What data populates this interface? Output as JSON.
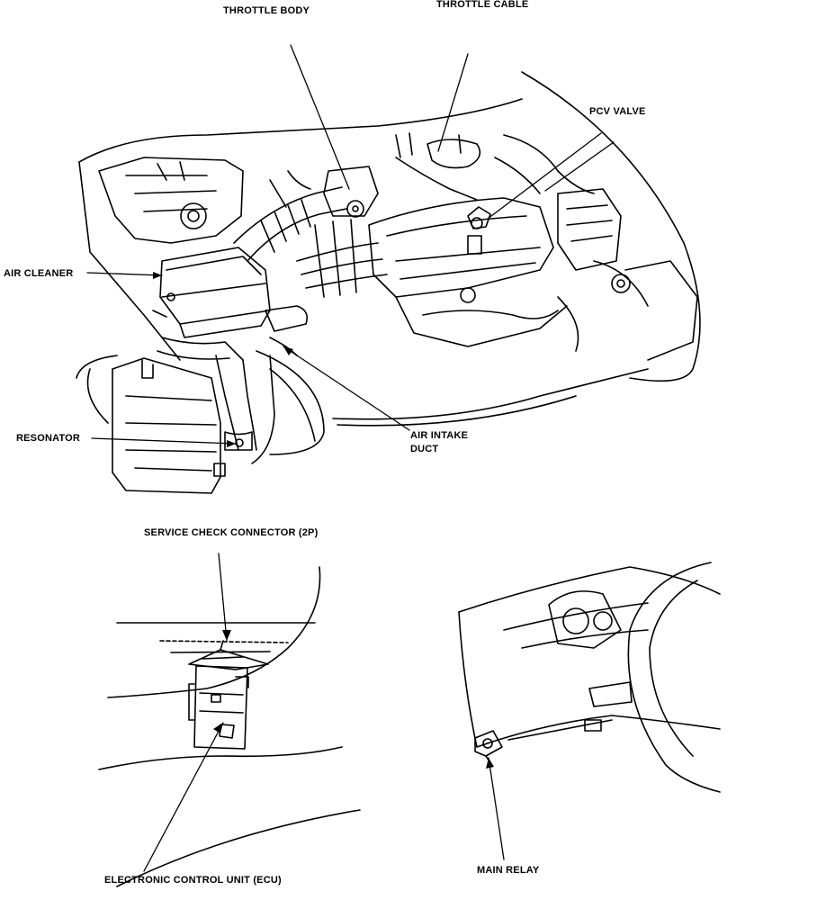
{
  "labels": {
    "throttle_body": "THROTTLE BODY",
    "throttle_cable": "THROTTLE CABLE",
    "pcv_valve": "PCV VALVE",
    "air_cleaner": "AIR CLEANER",
    "resonator": "RESONATOR",
    "air_intake_duct_line1": "AIR INTAKE",
    "air_intake_duct_line2": "DUCT",
    "service_check_connector": "SERVICE CHECK CONNECTOR (2P)",
    "ecu": "ELECTRONIC CONTROL UNIT (ECU)",
    "main_relay": "MAIN RELAY"
  },
  "colors": {
    "ink": "#000000",
    "paper": "#ffffff"
  }
}
